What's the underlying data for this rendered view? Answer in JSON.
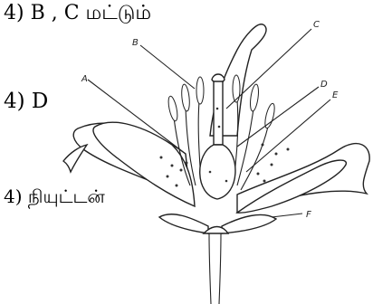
{
  "options": {
    "opt_b_c": "4)  B , C  மட்டும்",
    "opt_d": "4) D",
    "opt_nucleus": "4)  நியுட்டன்"
  },
  "diagram": {
    "labels": [
      "A",
      "B",
      "C",
      "D",
      "E",
      "F"
    ]
  }
}
